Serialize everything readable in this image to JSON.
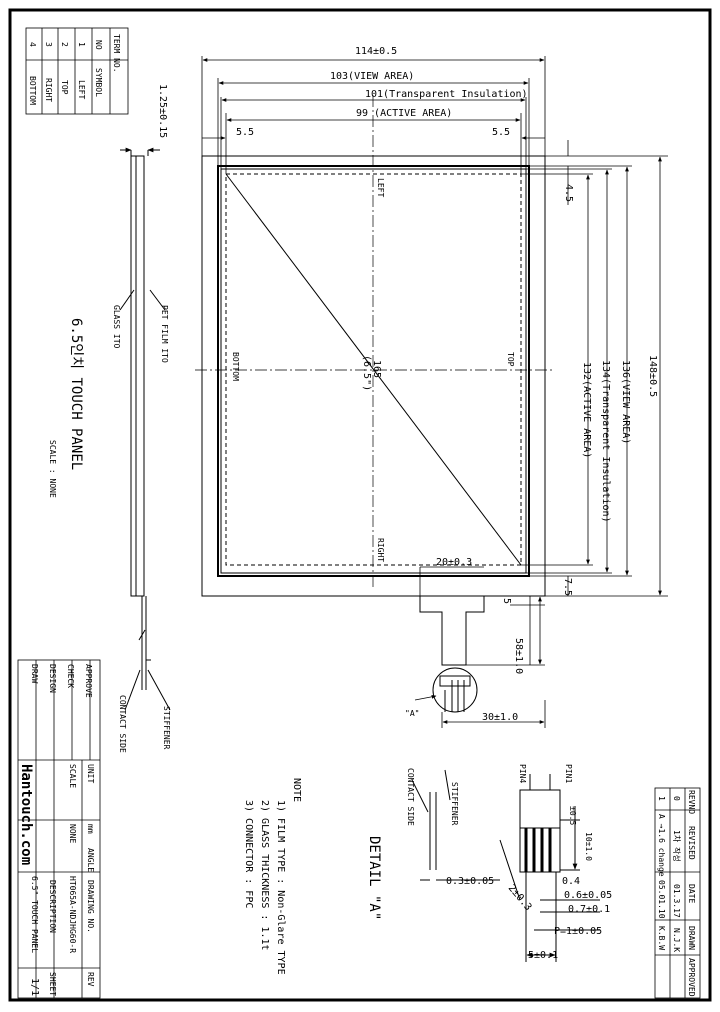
{
  "drawing": {
    "dims": {
      "overall_width": "114±0.5",
      "view_area_width": "103(VIEW AREA)",
      "insulation_width": "101(Transparent Insulation)",
      "active_area_width": "99 (ACTIVE AREA)",
      "margin_left": "5.5",
      "margin_right": "5.5",
      "thickness": "1.25±0.15",
      "top_margin": "4.5",
      "overall_height": "148±0.5",
      "view_area_height": "136(VIEW AREA)",
      "insulation_height": "134(Transparent Insulation)",
      "active_area_height": "132(ACTIVE AREA)",
      "diagonal_mm": "165",
      "diagonal_in": "(6.5\")",
      "bottom_margin": "7.5",
      "tail_offset": "20±0.3",
      "tail_gap": "5",
      "tail_length": "58±1.0",
      "tail_width": "30±1.0"
    },
    "side_labels": {
      "left": "LEFT",
      "right": "RIGHT",
      "top": "TOP",
      "bottom": "BOTTOM"
    },
    "side_view_labels": {
      "glass": "GLASS ITO",
      "pet_film": "PET FILM ITO",
      "stiffener": "STIFFENER",
      "contact_side": "CONTACT SIDE"
    },
    "panel_title": "6.5인치 TOUCH PANEL",
    "scale_note": "SCALE : NONE",
    "detail_marker": "\"A\"",
    "detail": {
      "title": "DETAIL \"A\"",
      "pin1": "PIN1",
      "pin4": "PIN4",
      "stiffener": "STIFFENER",
      "contact_side": "CONTACT SIDE",
      "d_05": "±0.5",
      "d_10": "10±1.0",
      "d_04": "0.4",
      "d_06": "0.6±0.05",
      "d_07": "0.7±0.1",
      "d_pitch": "P=1±0.05",
      "d_5": "5±0.1",
      "d_03": "0.3±0.05",
      "d_2": "2±0.3"
    },
    "notes": {
      "title": "NOTE",
      "lines": [
        "1) FILM TYPE : Non-Glare TYPE",
        "2) GLASS THICKNESS : 1.1t",
        "3) CONNECTOR : FPC"
      ]
    },
    "terminal_table": {
      "headers": [
        "TERM NO.",
        "NO",
        "SYMBOL"
      ],
      "rows": [
        [
          "1",
          "LEFT"
        ],
        [
          "2",
          "TOP"
        ],
        [
          "3",
          "RIGHT"
        ],
        [
          "4",
          "BOTTOM"
        ]
      ]
    },
    "revision_table": {
      "headers": [
        "REVNO",
        "REVISED",
        "DATE",
        "DRAWN",
        "APPROVED"
      ],
      "rows": [
        [
          "0",
          "1차 작성",
          "01.3.17",
          "N.J.K",
          ""
        ],
        [
          "1",
          "A →1.6 change",
          "05.01.10",
          "K.B.W",
          ""
        ]
      ]
    },
    "title_block": {
      "approve": "APPROVE",
      "check": "CHECK",
      "design": "DESIGN",
      "draw": "DRAW",
      "company": "Hantouch.com",
      "unit_label": "UNIT",
      "unit_value": "mm",
      "scale_label": "SCALE",
      "scale_value": "NONE",
      "drawing_no_label": "DRAWING NO.",
      "drawing_no": "HT065A-NDJHG60-R",
      "description_label": "DESCRIPTION",
      "description": "6.5\" TOUCH PANEL",
      "rev_label": "REV",
      "sheet_label": "SHEET",
      "sheet": "1/1",
      "angle_label": "ANGLE"
    }
  }
}
